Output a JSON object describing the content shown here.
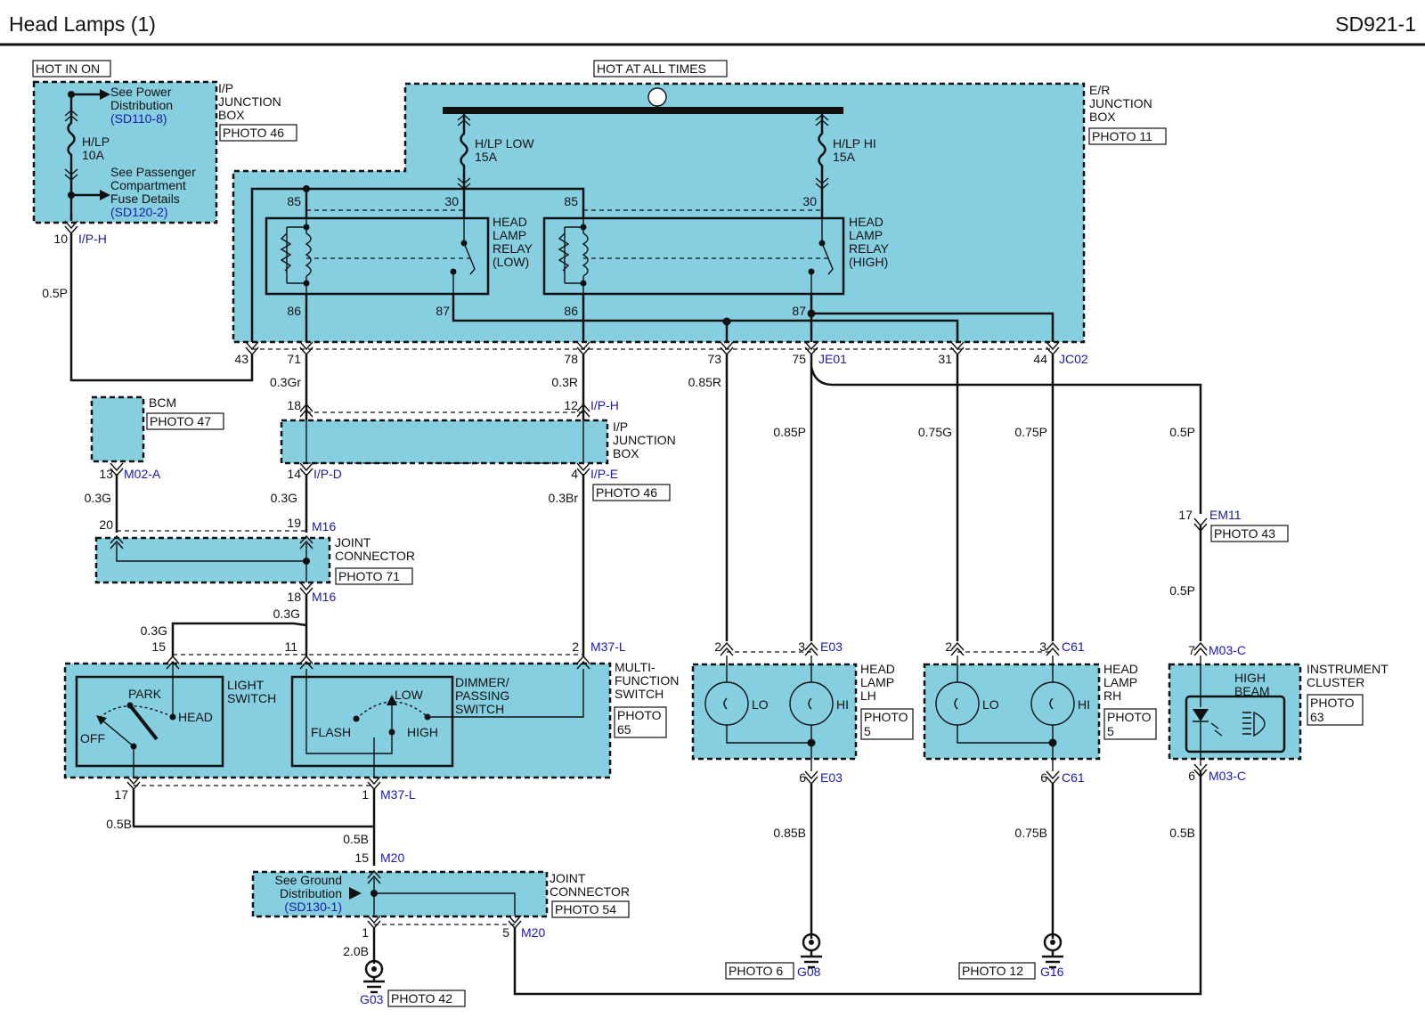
{
  "header": {
    "title": "Head Lamps (1)",
    "code": "SD921-1"
  },
  "supply": {
    "hot_in_on": "HOT IN ON",
    "hot_at_all_times": "HOT AT ALL TIMES",
    "see_power": [
      "See Power",
      "Distribution"
    ],
    "see_power_ref": "(SD110-8)",
    "fuse_hlp": [
      "H/LP",
      "10A"
    ],
    "see_pass": [
      "See Passenger",
      "Compartment",
      "Fuse Details"
    ],
    "see_pass_ref": "(SD120-2)",
    "fuse_low": [
      "H/LP LOW",
      "15A"
    ],
    "fuse_hi": [
      "H/LP HI",
      "15A"
    ]
  },
  "boxes": {
    "ip_jb": [
      "I/P",
      "JUNCTION",
      "BOX"
    ],
    "ip_jb_photo": "PHOTO 46",
    "er_jb": [
      "E/R",
      "JUNCTION",
      "BOX"
    ],
    "er_jb_photo": "PHOTO 11",
    "relay_low": [
      "HEAD",
      "LAMP",
      "RELAY",
      "(LOW)"
    ],
    "relay_high": [
      "HEAD",
      "LAMP",
      "RELAY",
      "(HIGH)"
    ],
    "bcm": "BCM",
    "bcm_photo": "PHOTO 47",
    "ip_jb2": [
      "I/P",
      "JUNCTION",
      "BOX"
    ],
    "ip_jb2_photo": "PHOTO 46",
    "joint1": [
      "JOINT",
      "CONNECTOR"
    ],
    "joint1_photo": "PHOTO 71",
    "mfs": [
      "MULTI-",
      "FUNCTION",
      "SWITCH"
    ],
    "mfs_photo": [
      "PHOTO",
      "65"
    ],
    "light_switch": [
      "LIGHT",
      "SWITCH"
    ],
    "dimmer": [
      "DIMMER/",
      "PASSING",
      "SWITCH"
    ],
    "sw_park": "PARK",
    "sw_head": "HEAD",
    "sw_off": "OFF",
    "sw_low": "LOW",
    "sw_flash": "FLASH",
    "sw_high": "HIGH",
    "hl_lh": [
      "HEAD",
      "LAMP",
      "LH"
    ],
    "hl_lh_photo": [
      "PHOTO",
      "5"
    ],
    "hl_rh": [
      "HEAD",
      "LAMP",
      "RH"
    ],
    "hl_rh_photo": [
      "PHOTO",
      "5"
    ],
    "lo": "LO",
    "hi": "HI",
    "ic": [
      "INSTRUMENT",
      "CLUSTER"
    ],
    "ic_photo": [
      "PHOTO",
      "63"
    ],
    "high_beam": [
      "HIGH",
      "BEAM"
    ],
    "joint2": [
      "JOINT",
      "CONNECTOR"
    ],
    "joint2_photo": "PHOTO 54",
    "see_ground": [
      "See Ground",
      "Distribution"
    ],
    "see_ground_ref": "(SD130-1)"
  },
  "pins": {
    "p10": "10",
    "iph": "I/P-H",
    "w05p": "0.5P",
    "r85a": "85",
    "r30a": "30",
    "r86a": "86",
    "r87a": "87",
    "r85b": "85",
    "r30b": "30",
    "r86b": "86",
    "r87b": "87",
    "p43": "43",
    "p71": "71",
    "p78": "78",
    "p73": "73",
    "p75": "75",
    "je01": "JE01",
    "p31": "31",
    "p44": "44",
    "jc02": "JC02",
    "w03gr": "0.3Gr",
    "w03r": "0.3R",
    "w085r": "0.85R",
    "p18a": "18",
    "p12": "12",
    "iph2": "I/P-H",
    "w085p": "0.85P",
    "w075g": "0.75G",
    "w075p": "0.75P",
    "w05p2": "0.5P",
    "p13": "13",
    "m02a": "M02-A",
    "p14": "14",
    "ipd": "I/P-D",
    "p4": "4",
    "ipe": "I/P-E",
    "w03g1": "0.3G",
    "w03g2": "0.3G",
    "w03br": "0.3Br",
    "p20": "20",
    "p19": "19",
    "m16a": "M16",
    "p17a": "17",
    "em11": "EM11",
    "em11_photo": "PHOTO 43",
    "p18b": "18",
    "m16b": "M16",
    "w03g3": "0.3G",
    "w03g4": "0.3G",
    "w05p3": "0.5P",
    "p15": "15",
    "p11": "11",
    "p2a": "2",
    "m37l": "M37-L",
    "p2b": "2",
    "p3a": "3",
    "e03a": "E03",
    "p2c": "2",
    "p3b": "3",
    "c61a": "C61",
    "p7": "7",
    "m03c": "M03-C",
    "p17b": "17",
    "p1a": "1",
    "m37l2": "M37-L",
    "p6a": "6",
    "e03b": "E03",
    "p6b": "6",
    "c61b": "C61",
    "p6c": "6",
    "m03c2": "M03-C",
    "w05b1": "0.5B",
    "w05b2": "0.5B",
    "w085b": "0.85B",
    "w075b": "0.75B",
    "w05b3": "0.5B",
    "p15b": "15",
    "m20a": "M20",
    "p1b": "1",
    "p5": "5",
    "m20b": "M20",
    "w20b": "2.0B",
    "g08": "G08",
    "g08_photo": "PHOTO 6",
    "g16": "G16",
    "g16_photo": "PHOTO 12",
    "g03": "G03",
    "g03_photo": "PHOTO 42"
  }
}
